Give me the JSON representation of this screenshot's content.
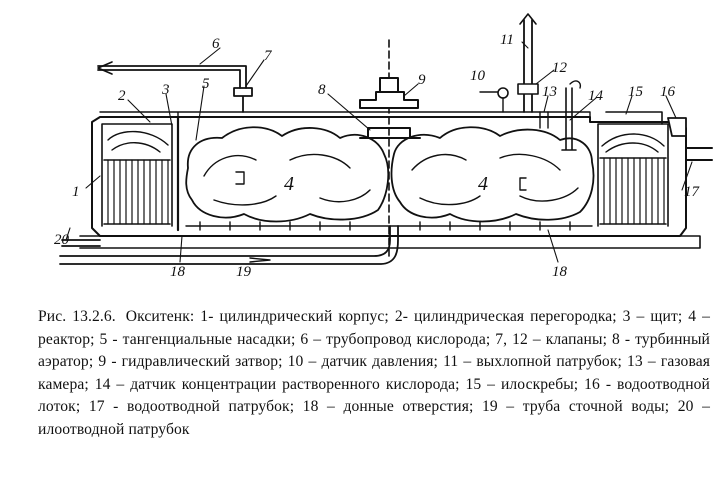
{
  "figure": {
    "labels": {
      "l1": "1",
      "l2": "2",
      "l3": "3",
      "l4a": "4",
      "l4b": "4",
      "l5": "5",
      "l6": "6",
      "l7": "7",
      "l8": "8",
      "l9": "9",
      "l10": "10",
      "l11": "11",
      "l12": "12",
      "l13": "13",
      "l14": "14",
      "l15": "15",
      "l16": "16",
      "l17": "17",
      "l18a": "18",
      "l18b": "18",
      "l19": "19",
      "l20": "20"
    }
  },
  "caption": {
    "number": "Рис. 13.2.6.",
    "text": "Окситенк: 1- цилиндрический корпус; 2- цилиндрическая перегородка; 3 – щит; 4 – реактор; 5 - тангенциальные насадки; 6 – трубопровод кислорода; 7, 12 – клапаны; 8 - турбинный аэратор; 9 - гидравлический затвор; 10 – датчик давления; 11 – выхлопной патрубок; 13 – газовая камера; 14 – датчик концентрации растворенного кислорода; 15 – илоскребы; 16 - водоотводной лоток; 17 - водоотводной патрубок; 18 – донные отверстия; 19 – труба сточной воды; 20 – илоотводной патрубок"
  }
}
